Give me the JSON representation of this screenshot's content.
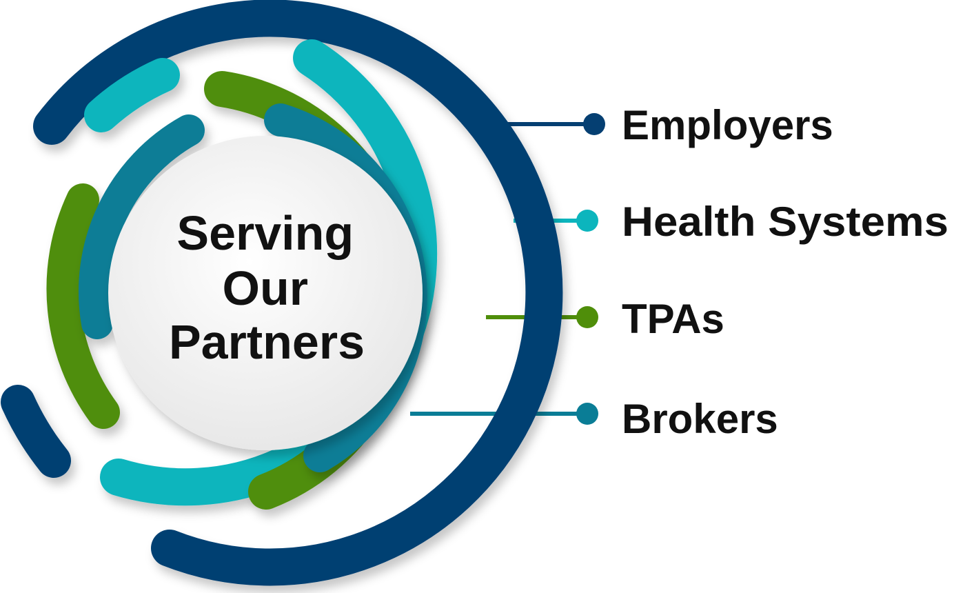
{
  "center": {
    "title_lines": [
      "Serving",
      "Our",
      "Partners"
    ]
  },
  "partners": [
    {
      "label": "Employers",
      "color": "#053f72"
    },
    {
      "label": "Health Systems",
      "color": "#0cb5bd"
    },
    {
      "label": "TPAs",
      "color": "#4f8e0a"
    },
    {
      "label": "Brokers",
      "color": "#0a7d96"
    }
  ],
  "colors": {
    "navy": "#053f72",
    "cyan": "#0cb5bd",
    "green": "#4f8e0a",
    "teal": "#0a7d96",
    "center_fill": "#f3f3f3",
    "text": "#111111"
  }
}
